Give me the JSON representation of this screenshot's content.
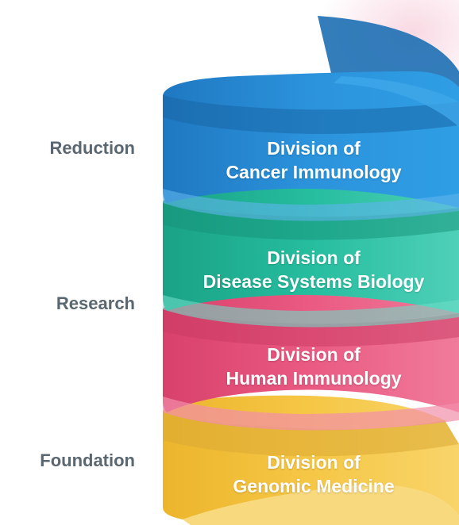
{
  "side_labels": {
    "reduction": "Reduction",
    "research": "Research",
    "foundation": "Foundation"
  },
  "divisions": [
    {
      "line1": "Division of",
      "line2": "Cancer Immunology",
      "color": "#2b8fd6"
    },
    {
      "line1": "Division of",
      "line2": "Disease Systems Biology",
      "color": "#23b99c"
    },
    {
      "line1": "Division of",
      "line2": "Human Immunology",
      "color": "#e9557f"
    },
    {
      "line1": "Division of",
      "line2": "Genomic Medicine",
      "color": "#f4c242"
    }
  ],
  "colors": {
    "side_label_text": "#5b6770",
    "division_text": "#ffffff",
    "background": "#ffffff"
  }
}
